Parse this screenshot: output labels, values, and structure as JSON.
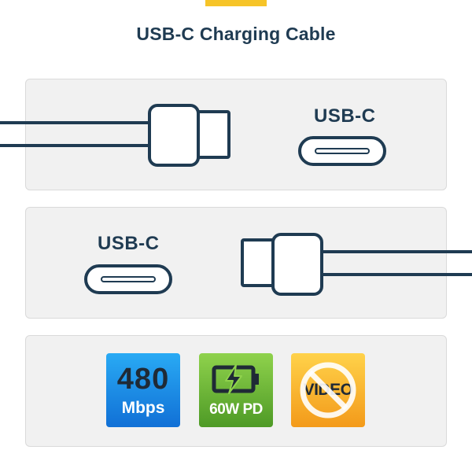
{
  "title": "USB-C Charging Cable",
  "colors": {
    "accent": "#f6c428",
    "ink": "#1f3b52",
    "panel": "#f1f1f1",
    "speed_badge": "#1a8ae6",
    "power_badge": "#6db536",
    "video_badge": "#f8b42c"
  },
  "connectors": [
    {
      "label": "USB-C",
      "icon": "usb-c-port-icon"
    },
    {
      "label": "USB-C",
      "icon": "usb-c-port-icon"
    }
  ],
  "features": {
    "speed": {
      "value": "480",
      "unit": "Mbps",
      "icon": "speed-badge"
    },
    "power": {
      "label": "60W PD",
      "icon": "battery-charging-icon"
    },
    "video": {
      "label": "VIDEO",
      "icon": "no-video-icon"
    }
  }
}
